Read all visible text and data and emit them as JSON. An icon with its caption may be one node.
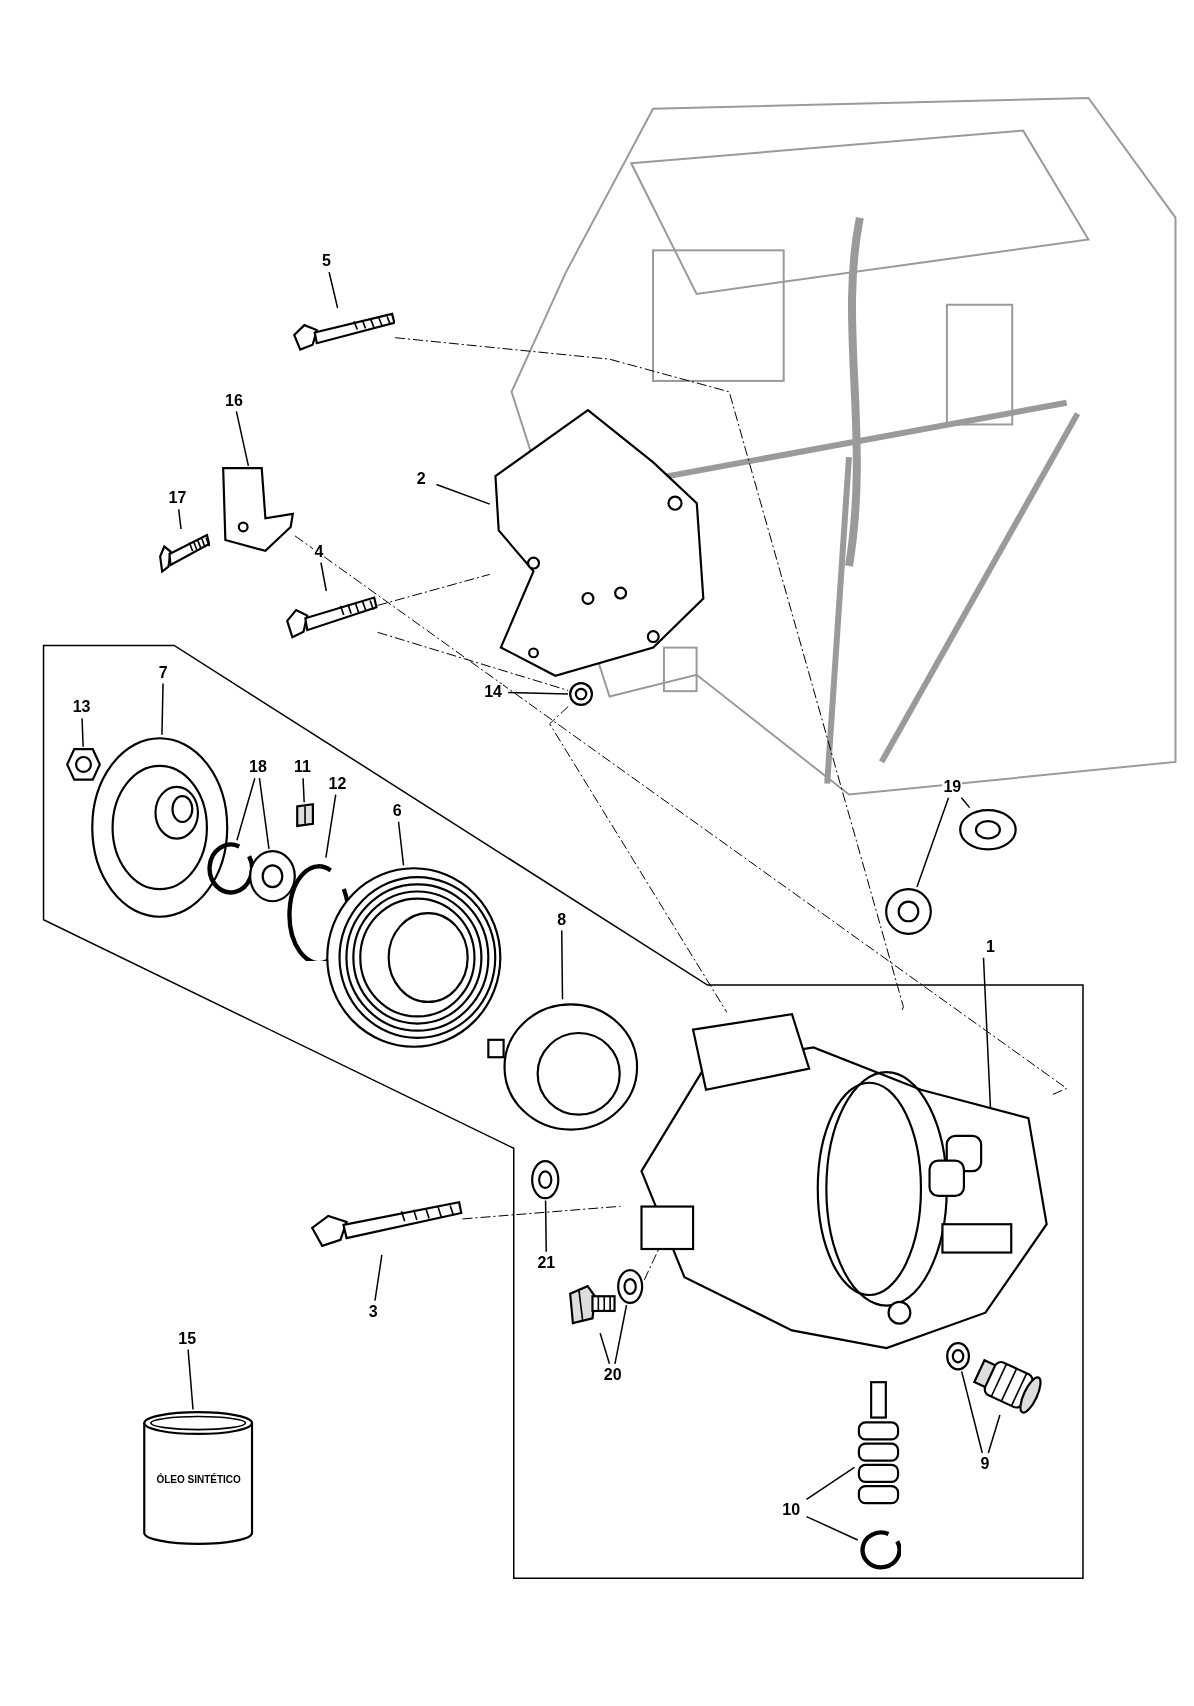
{
  "diagram": {
    "nodes": [
      {
        "text": [
          "5"
        ]
      },
      {
        "text": [],
        "shape": "picture"
      },
      {
        "text": [
          "16"
        ]
      },
      {
        "text": [],
        "shape": "picture"
      },
      {
        "text": [
          "17"
        ]
      },
      {
        "text": [],
        "shape": "picture"
      },
      {
        "text": [
          "2"
        ]
      },
      {
        "text": [],
        "shape": "picture"
      },
      {
        "text": [
          "4"
        ]
      },
      {
        "text": [],
        "shape": "picture"
      },
      {
        "text": [
          "14"
        ]
      },
      {
        "text": [],
        "shape": "picture"
      },
      {
        "text": [
          "13"
        ]
      },
      {
        "text": [],
        "shape": "picture"
      },
      {
        "text": [
          "7"
        ]
      },
      {
        "text": [],
        "shape": "picture"
      },
      {
        "text": [
          "18"
        ]
      },
      {
        "text": [],
        "shape": "picture"
      },
      {
        "text": [],
        "shape": "picture"
      },
      {
        "text": [
          "11"
        ]
      },
      {
        "text": [],
        "shape": "picture"
      },
      {
        "text": [
          "12"
        ]
      },
      {
        "text": [],
        "shape": "picture"
      },
      {
        "text": [
          "6"
        ]
      },
      {
        "text": [],
        "shape": "picture"
      },
      {
        "text": [
          "8"
        ]
      },
      {
        "text": [],
        "shape": "picture"
      },
      {
        "text": [
          "19"
        ]
      },
      {
        "text": [],
        "shape": "picture"
      },
      {
        "text": [],
        "shape": "picture"
      },
      {
        "text": [
          "1"
        ]
      },
      {
        "text": [],
        "shape": "picture"
      },
      {
        "text": [
          "21"
        ]
      },
      {
        "text": [],
        "shape": "picture"
      },
      {
        "text": [
          "3"
        ]
      },
      {
        "text": [],
        "shape": "picture"
      },
      {
        "text": [
          "20"
        ]
      },
      {
        "text": [],
        "shape": "picture"
      },
      {
        "text": [],
        "shape": "picture"
      },
      {
        "text": [
          "9"
        ]
      },
      {
        "text": [],
        "shape": "picture"
      },
      {
        "text": [],
        "shape": "picture"
      },
      {
        "text": [
          "10"
        ]
      },
      {
        "text": [],
        "shape": "picture"
      },
      {
        "text": [],
        "shape": "picture"
      },
      {
        "text": [
          "15"
        ]
      },
      {
        "text": [
          "ÓLEO SINTÉTICO"
        ]
      }
    ],
    "edges": [
      {
        "from": 0,
        "to": 1,
        "arrow": "none"
      },
      {
        "from": 2,
        "to": 3,
        "arrow": "none"
      },
      {
        "from": 4,
        "to": 5,
        "arrow": "none"
      },
      {
        "from": 6,
        "to": 7,
        "arrow": "none"
      },
      {
        "from": 8,
        "to": 9,
        "arrow": "none"
      },
      {
        "from": 10,
        "to": 11,
        "arrow": "none"
      },
      {
        "from": 12,
        "to": 13,
        "arrow": "none"
      },
      {
        "from": 14,
        "to": 15,
        "arrow": "none"
      },
      {
        "from": 16,
        "to": 17,
        "arrow": "none"
      },
      {
        "from": 16,
        "to": 18,
        "arrow": "none"
      },
      {
        "from": 19,
        "to": 20,
        "arrow": "none"
      },
      {
        "from": 21,
        "to": 22,
        "arrow": "none"
      },
      {
        "from": 23,
        "to": 24,
        "arrow": "none"
      },
      {
        "from": 25,
        "to": 26,
        "arrow": "none"
      },
      {
        "from": 27,
        "to": 28,
        "arrow": "none"
      },
      {
        "from": 27,
        "to": 29,
        "arrow": "none"
      },
      {
        "from": 30,
        "to": 31,
        "arrow": "none"
      },
      {
        "from": 32,
        "to": 33,
        "arrow": "none"
      },
      {
        "from": 34,
        "to": 35,
        "arrow": "none"
      },
      {
        "from": 36,
        "to": 37,
        "arrow": "none"
      },
      {
        "from": 36,
        "to": 38,
        "arrow": "none"
      },
      {
        "from": 39,
        "to": 40,
        "arrow": "none"
      },
      {
        "from": 39,
        "to": 41,
        "arrow": "none"
      },
      {
        "from": 42,
        "to": 43,
        "arrow": "none"
      },
      {
        "from": 42,
        "to": 44,
        "arrow": "none"
      },
      {
        "from": 45,
        "to": 46,
        "arrow": "none"
      },
      {
        "from": 1,
        "to": 31,
        "arrow": "none",
        "style": "dashed"
      },
      {
        "from": 3,
        "to": 31,
        "arrow": "none",
        "style": "dashed"
      },
      {
        "from": 9,
        "to": 7,
        "arrow": "none",
        "style": "dashed"
      },
      {
        "from": 9,
        "to": 11,
        "arrow": "none",
        "style": "dashed"
      },
      {
        "from": 11,
        "to": 31,
        "arrow": "none",
        "style": "dashed"
      },
      {
        "from": 35,
        "to": 31,
        "arrow": "none",
        "style": "dashed"
      },
      {
        "from": 38,
        "to": 31,
        "arrow": "none",
        "style": "dashed"
      }
    ]
  }
}
